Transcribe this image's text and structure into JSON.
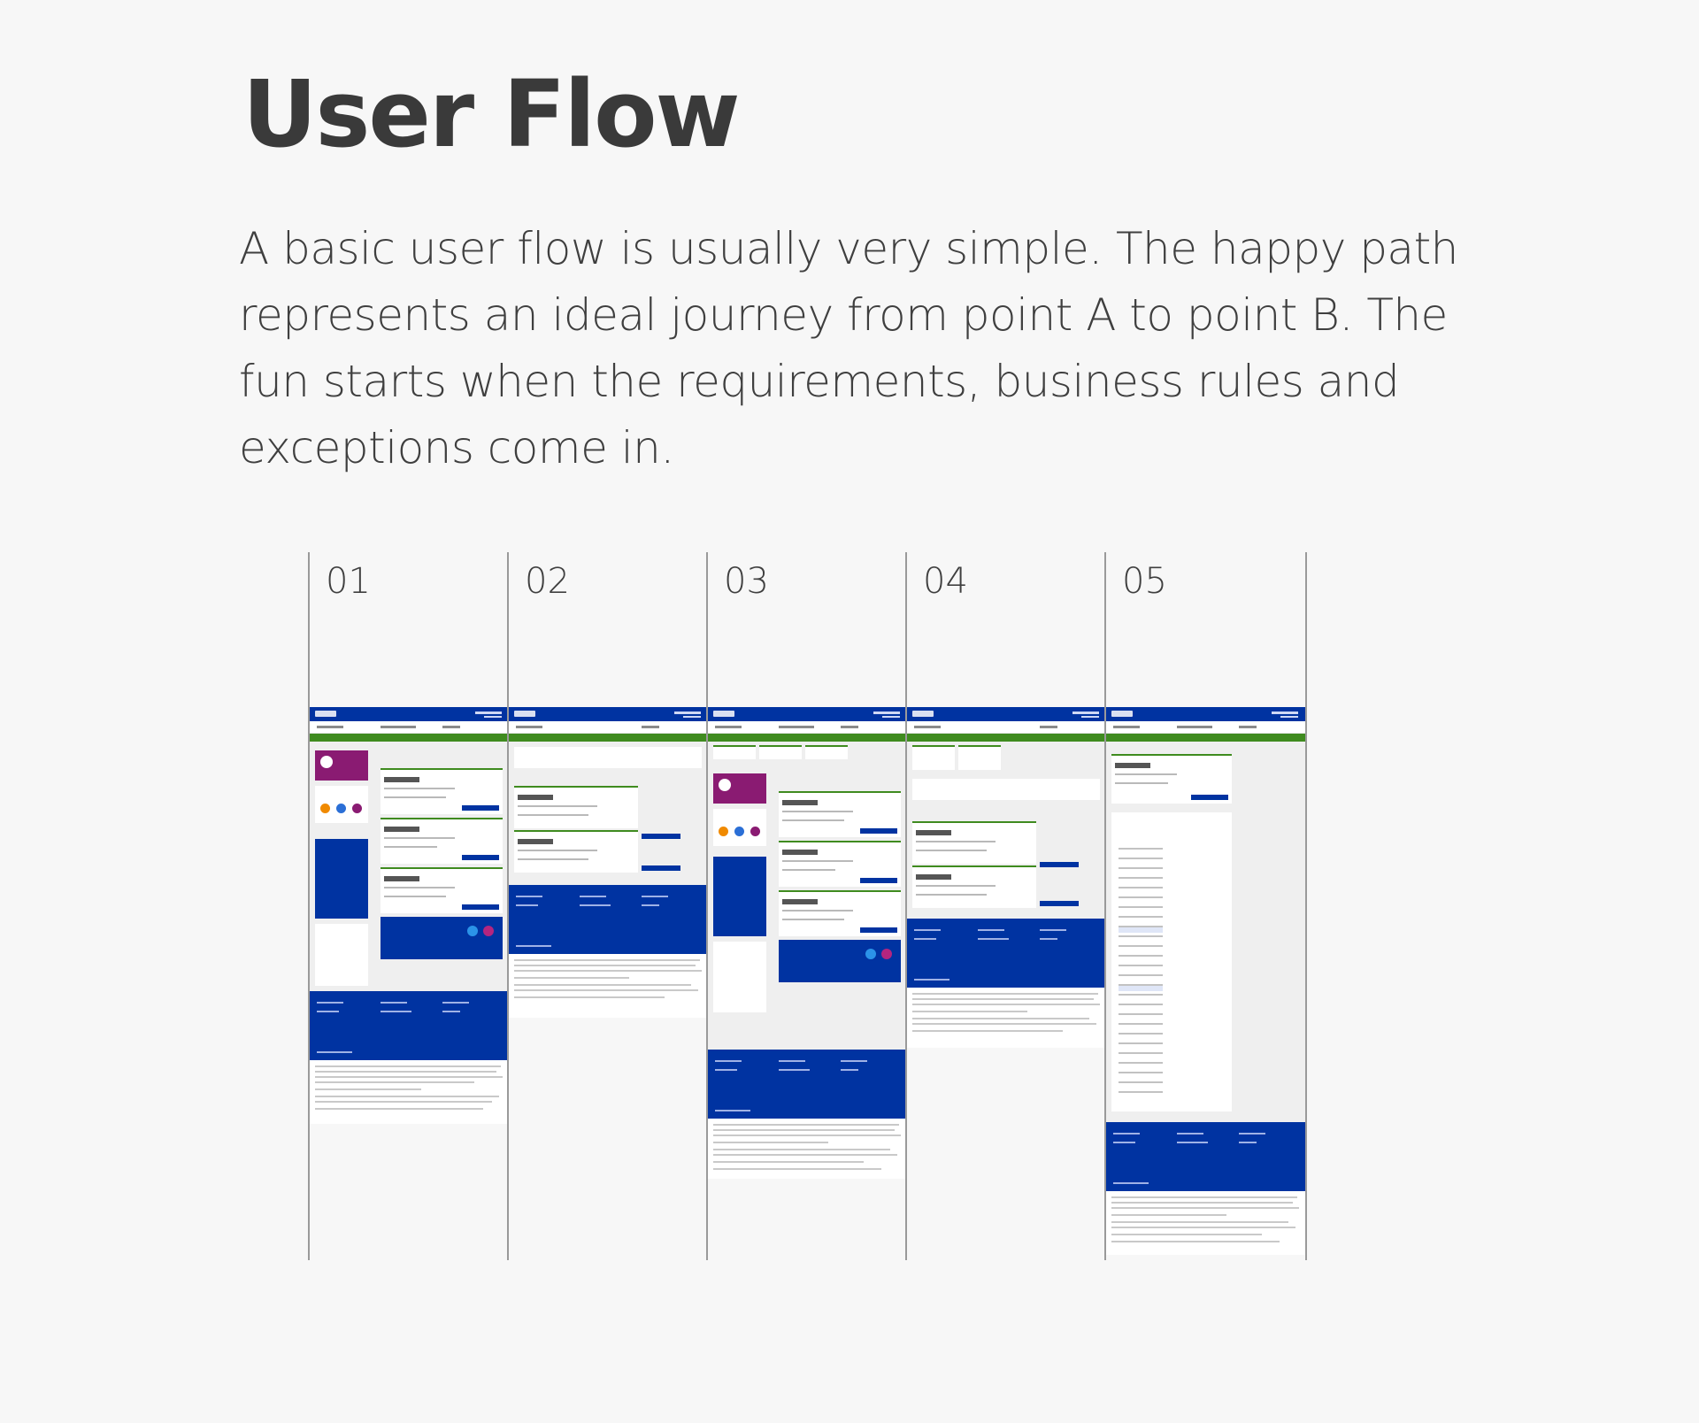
{
  "page": {
    "title": "User Flow",
    "intro": "A basic user flow is usually very simple. The happy path represents an ideal journey from point A to point B. The fun starts when the requirements, business rules and exceptions come in."
  },
  "flow": {
    "steps": [
      {
        "number": "01"
      },
      {
        "number": "02"
      },
      {
        "number": "03"
      },
      {
        "number": "04"
      },
      {
        "number": "05"
      }
    ]
  },
  "colors": {
    "brand_blue": "#0033a1",
    "accent_green": "#3f8b1f",
    "promo_purple": "#8a1b72",
    "background": "#f7f7f7"
  }
}
